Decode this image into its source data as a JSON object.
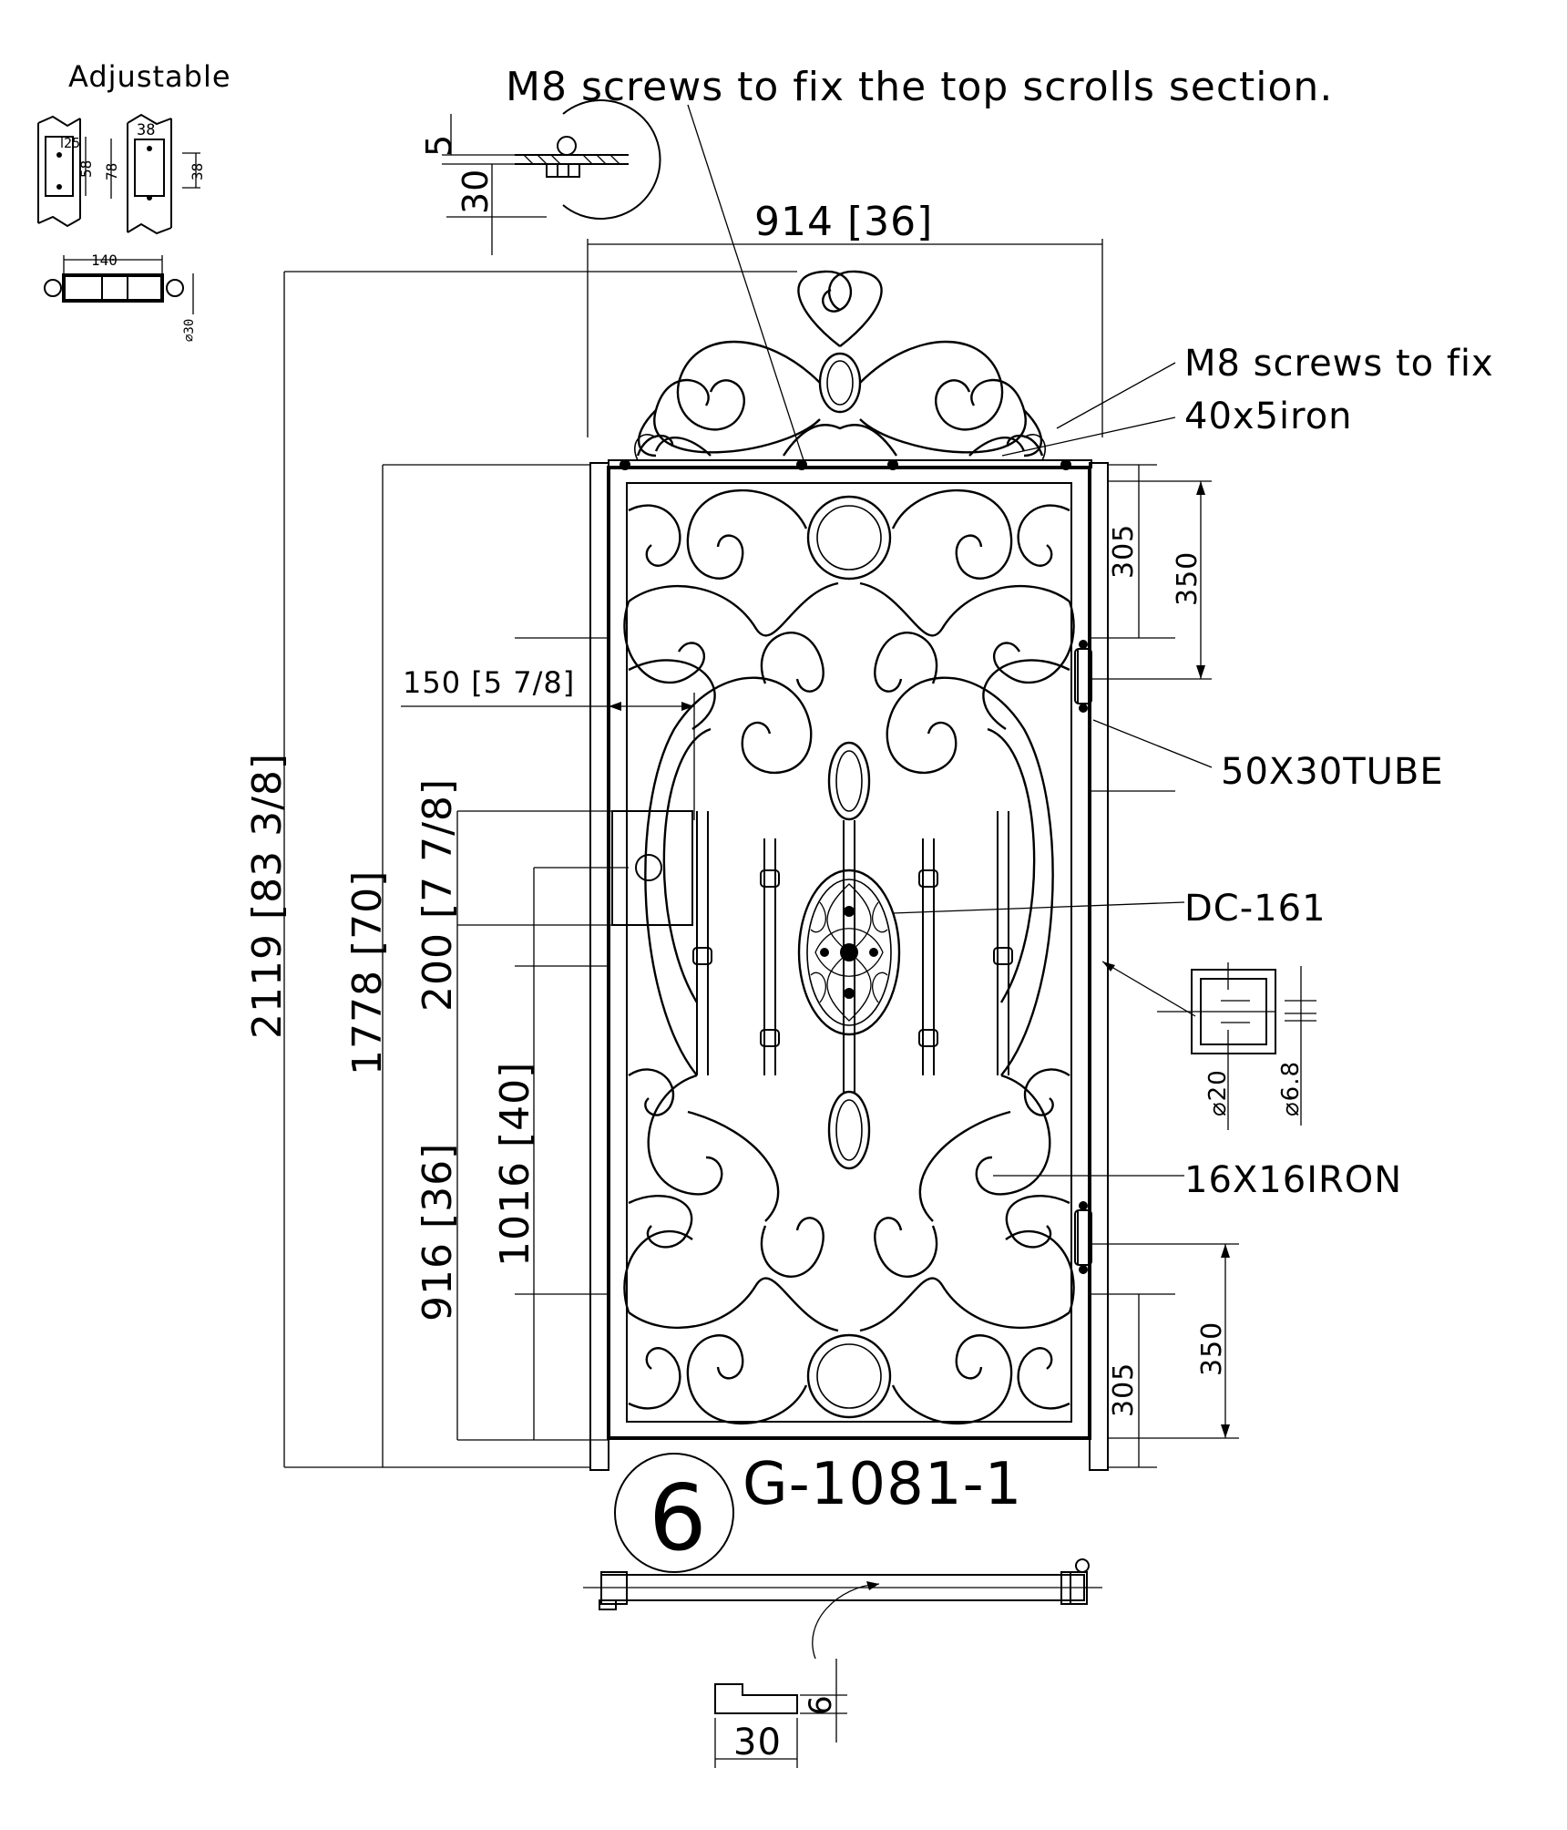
{
  "labels": {
    "adjustable": "Adjustable",
    "m8_top": "M8 screws to fix the top scrolls section.",
    "m8_right": "M8 screws to fix",
    "iron_40x5": "40x5iron",
    "tube": "50X30TUBE",
    "dc161": "DC-161",
    "iron_16x16": "16X16IRON",
    "model": "G-1081-1",
    "model_number": "6"
  },
  "dimensions": {
    "width_top": "914 [36]",
    "total_height": "2119 [83 3/8]",
    "panel_height": "1778 [70]",
    "lock_box_height": "200 [7 7/8]",
    "handle_height": "1016 [40]",
    "lock_height": "916 [36]",
    "setback": "150 [5 7/8]",
    "hinge_top_305": "305",
    "hinge_top_350": "350",
    "hinge_bottom_305": "305",
    "hinge_bottom_350": "350",
    "dia_20": "⌀20",
    "dia_6_8": "⌀6.8",
    "detail_5": "5",
    "detail_30": "30",
    "drop_bolt_30": "30",
    "drop_bolt_6": "6",
    "adj_58": "58",
    "adj_78": "78",
    "adj_38_left": "38",
    "adj_38_right": "38",
    "adj_25": "25",
    "adj_140": "140",
    "adj_dia30": "⌀30"
  }
}
